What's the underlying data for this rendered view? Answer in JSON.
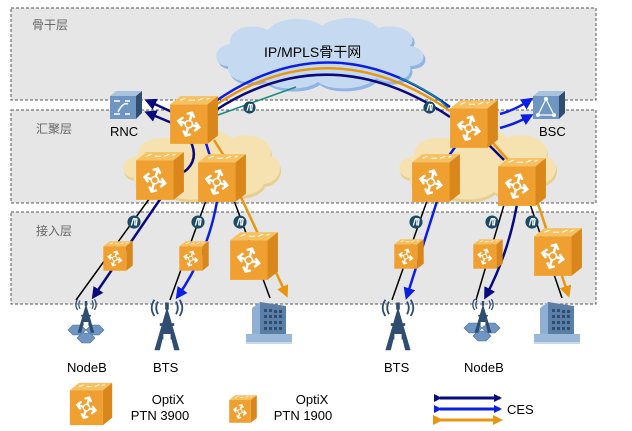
{
  "layers": [
    {
      "id": "backbone",
      "label": "骨干层"
    },
    {
      "id": "aggregation",
      "label": "汇聚层"
    },
    {
      "id": "access",
      "label": "接入层"
    }
  ],
  "backbone_cloud": {
    "label": "IP/MPLS骨干网"
  },
  "controllers": [
    {
      "id": "rnc",
      "label": "RNC"
    },
    {
      "id": "bsc",
      "label": "BSC"
    }
  ],
  "endpoints": [
    {
      "id": "nodeb-left",
      "label": "NodeB",
      "type": "nodeb"
    },
    {
      "id": "bts-left",
      "label": "BTS",
      "type": "bts"
    },
    {
      "id": "building-left",
      "label": "",
      "type": "enterprise"
    },
    {
      "id": "bts-right",
      "label": "BTS",
      "type": "bts"
    },
    {
      "id": "nodeb-right",
      "label": "NodeB",
      "type": "nodeb"
    },
    {
      "id": "building-right",
      "label": "",
      "type": "enterprise"
    }
  ],
  "legend": {
    "ptn3900": {
      "line1": "OptiX",
      "line2": "PTN 3900"
    },
    "ptn1900": {
      "line1": "OptiX",
      "line2": "PTN 1900"
    },
    "ces": {
      "label": "CES"
    }
  },
  "colors": {
    "layer_bg": "#e6e6e6",
    "layer_border": "#555555",
    "device_orange": "#f0a030",
    "device_orange_dark": "#d98a1a",
    "cloud_blue": "#c5daf0",
    "cloud_blue_edge": "#8fb4e6",
    "cloud_tan": "#f5e2b0",
    "ces_navy": "#0a0a80",
    "ces_blue": "#0a1ee6",
    "ces_orange": "#e8960f",
    "teal": "#1a8a80",
    "controller_blue": "#6f96c2",
    "tower_blue": "#2e4d70"
  }
}
